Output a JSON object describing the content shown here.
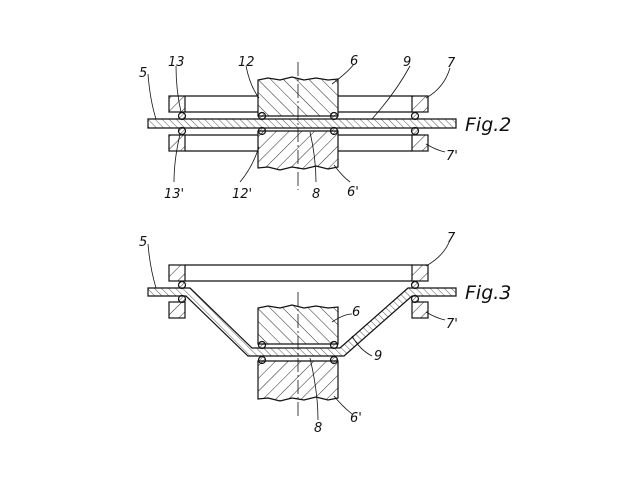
{
  "figures": {
    "fig2": {
      "caption": "Fig.2",
      "labels": {
        "l5": "5",
        "l13": "13",
        "l12": "12",
        "l6": "6",
        "l9": "9",
        "l7": "7",
        "l7p": "7'",
        "l13p": "13'",
        "l12p": "12'",
        "l8": "8",
        "l6p": "6'"
      }
    },
    "fig3": {
      "caption": "Fig.3",
      "labels": {
        "l5": "5",
        "l7": "7",
        "l6": "6",
        "l9": "9",
        "l7p": "7'",
        "l8": "8",
        "l6p": "6'"
      }
    }
  }
}
